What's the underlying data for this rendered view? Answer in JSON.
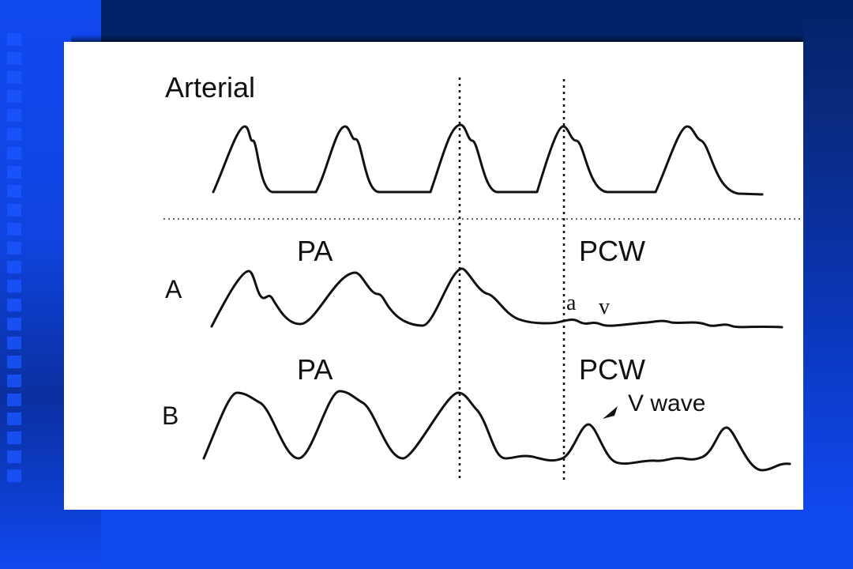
{
  "labels": {
    "arterial": "Arterial",
    "pa_a": "PA",
    "pcw_a": "PCW",
    "row_a": "A",
    "a_wave": "a",
    "v_wave_small": "v",
    "pa_b": "PA",
    "pcw_b": "PCW",
    "row_b": "B",
    "v_wave": "V wave"
  },
  "colors": {
    "background": "#1048f0",
    "header": "#002266",
    "trace": "#111111"
  }
}
